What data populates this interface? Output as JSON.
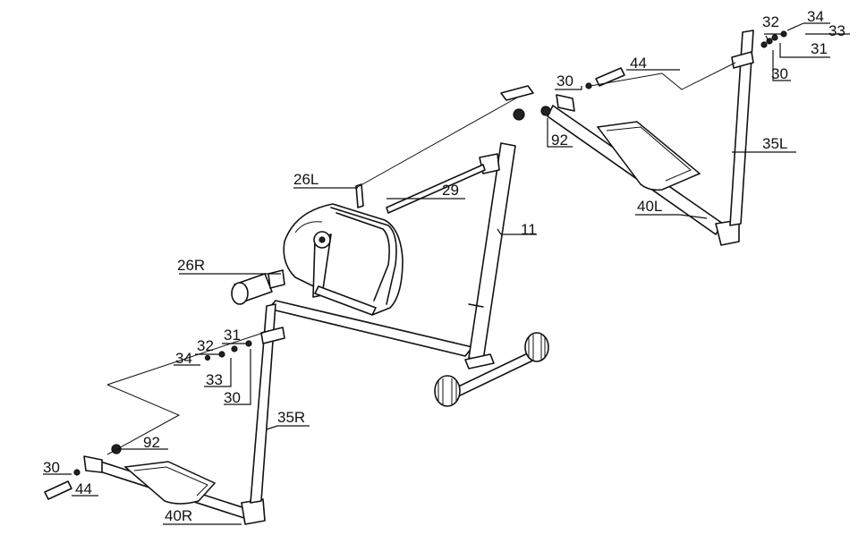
{
  "diagram": {
    "labels": {
      "p32_top": "32",
      "p34_top": "34",
      "p33_top": "33",
      "p31_top": "31",
      "p30_topright": "30",
      "p30_topmid": "30",
      "p44_top": "44",
      "p92_top": "92",
      "p35L": "35L",
      "p40L": "40L",
      "p26L": "26L",
      "p29": "29",
      "p11": "11",
      "p26R": "26R",
      "p31_left": "31",
      "p32_left": "32",
      "p34_left": "34",
      "p33_left": "33",
      "p30_left": "30",
      "p35R": "35R",
      "p92_bottom": "92",
      "p30_bottom": "30",
      "p44_bottom": "44",
      "p40R": "40R"
    }
  }
}
